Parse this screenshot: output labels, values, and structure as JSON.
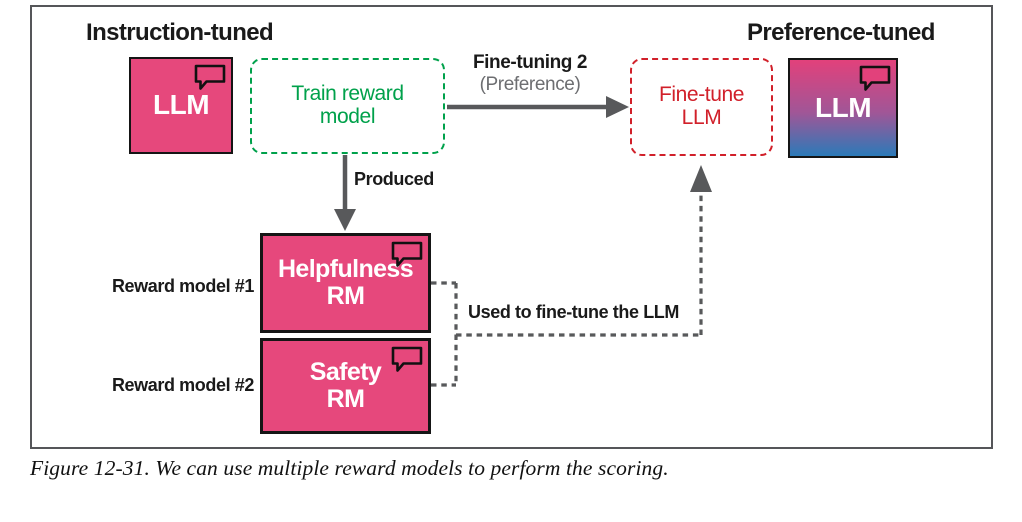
{
  "figure": {
    "caption": "Figure 12-31. We can use multiple reward models to perform the scoring."
  },
  "diagram": {
    "instruction_heading": "Instruction-tuned",
    "preference_heading": "Preference-tuned",
    "llm_left_label": "LLM",
    "llm_right_label": "LLM",
    "train_reward": {
      "line1": "Train reward",
      "line2": "model"
    },
    "fine_tune": {
      "line1": "Fine-tune",
      "line2": "LLM"
    },
    "helpfulness_rm": {
      "line1": "Helpfulness",
      "line2": "RM"
    },
    "safety_rm": {
      "line1": "Safety",
      "line2": "RM"
    },
    "edges": {
      "fine_tuning_label": "Fine-tuning 2",
      "fine_tuning_sublabel": "(Preference)",
      "produced_label": "Produced",
      "used_label": "Used to fine-tune the LLM"
    },
    "side_labels": {
      "reward_model_1": "Reward model #1",
      "reward_model_2": "Reward model #2"
    },
    "icons": {
      "speech_bubble": "speech-bubble-icon"
    },
    "colors": {
      "pink": "#E6487C",
      "green": "#00A14B",
      "red": "#D1202A",
      "connector_gray": "#58595B",
      "sublabel_gray": "#6D6E71",
      "gradient_top": "#E2417B",
      "gradient_bottom": "#2B7AB8",
      "box_border": "#151515"
    }
  }
}
